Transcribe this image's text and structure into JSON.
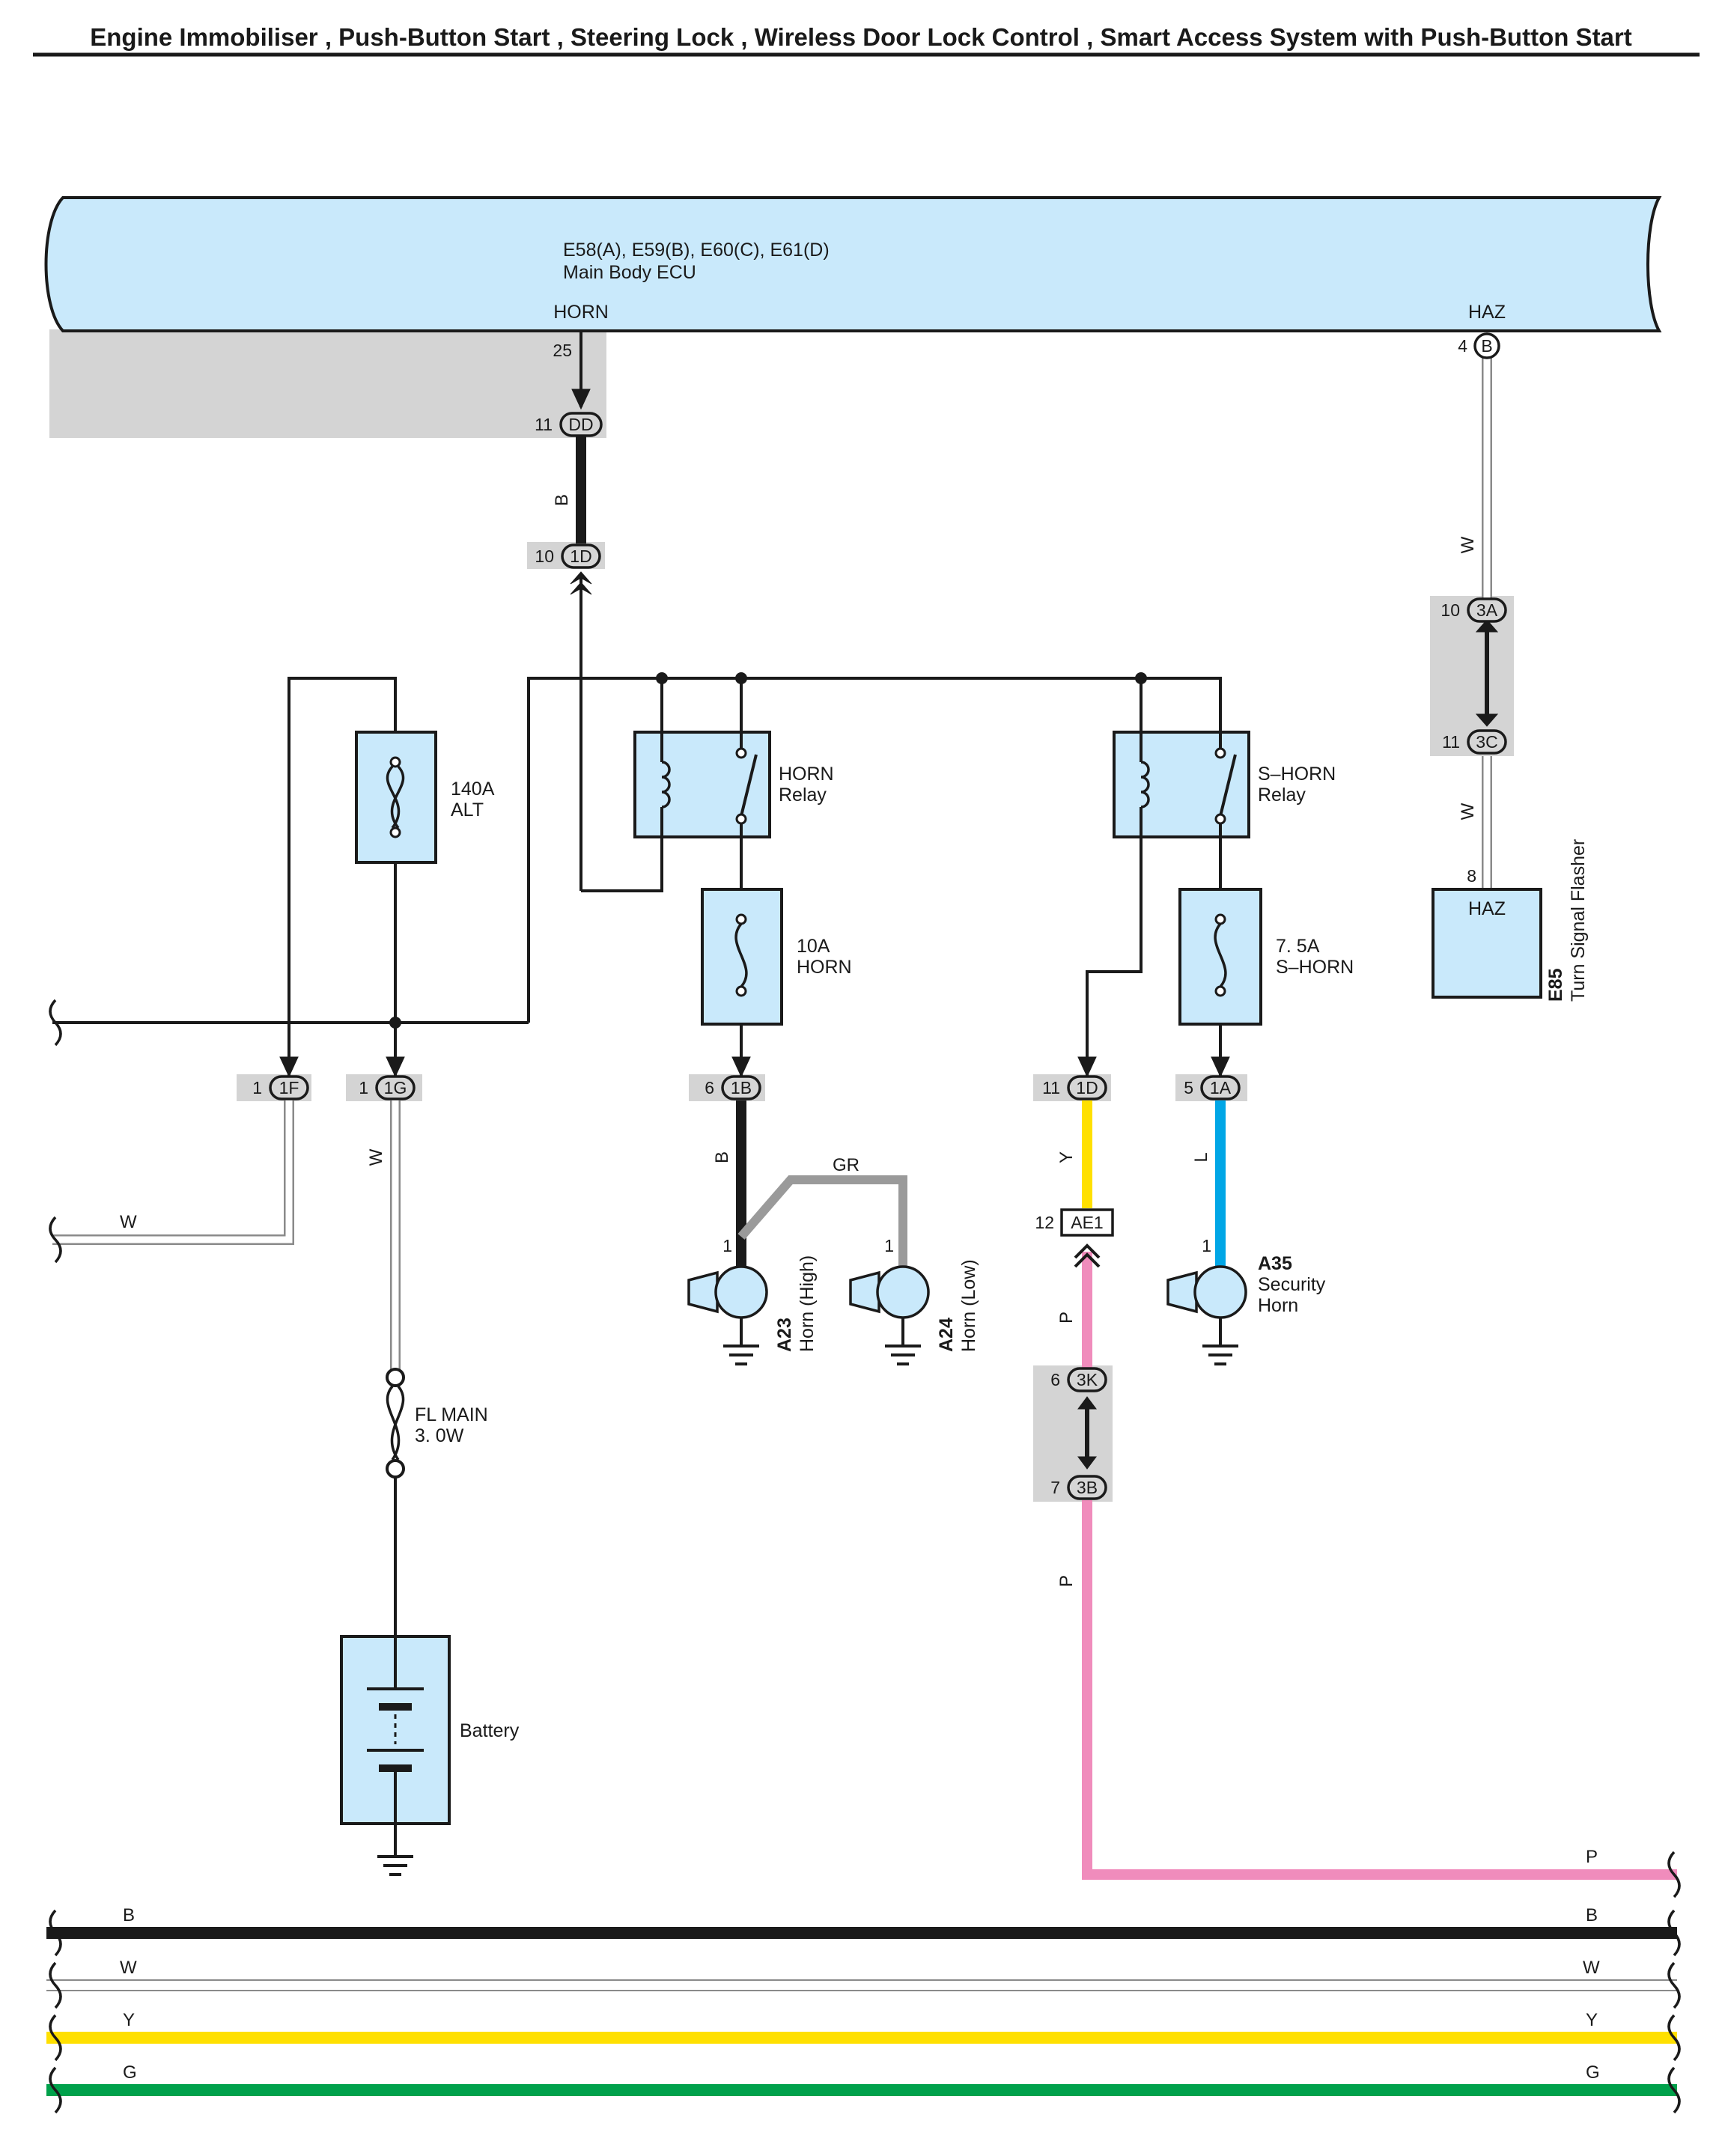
{
  "title": "Engine Immobiliser , Push-Button Start , Steering Lock , Wireless Door Lock Control , Smart Access System with Push-Button Start",
  "colors": {
    "ecu_fill": "#c9e9fb",
    "connector_shade": "#d4d4d4",
    "wire_black": "#1a1a1a",
    "wire_white_outline": "#8a8a8a",
    "wire_gray": "#9a9a9a",
    "wire_yellow": "#ffe000",
    "wire_pink": "#f08cbc",
    "wire_blue": "#00a6e6",
    "wire_green": "#00a14b"
  },
  "ecu": {
    "codes": "E58(A), E59(B), E60(C), E61(D)",
    "name": "Main Body ECU",
    "terminal_horn": "HORN",
    "terminal_haz": "HAZ",
    "horn_pin": "25",
    "haz_pin": "4",
    "haz_conn": "B"
  },
  "connectors": [
    {
      "id": "dd",
      "pin": "11",
      "code": "DD"
    },
    {
      "id": "1d-top",
      "pin": "10",
      "code": "1D"
    },
    {
      "id": "3a",
      "pin": "10",
      "code": "3A"
    },
    {
      "id": "3c",
      "pin": "11",
      "code": "3C"
    },
    {
      "id": "1f",
      "pin": "1",
      "code": "1F"
    },
    {
      "id": "1g",
      "pin": "1",
      "code": "1G"
    },
    {
      "id": "1b",
      "pin": "6",
      "code": "1B"
    },
    {
      "id": "1d-bot",
      "pin": "11",
      "code": "1D"
    },
    {
      "id": "1a",
      "pin": "5",
      "code": "1A"
    },
    {
      "id": "3k",
      "pin": "6",
      "code": "3K"
    },
    {
      "id": "3b",
      "pin": "7",
      "code": "3B"
    }
  ],
  "ae1": {
    "pin": "12",
    "code": "AE1"
  },
  "fuses": {
    "alt": [
      "140A",
      "ALT"
    ],
    "horn": [
      "10A",
      "HORN"
    ],
    "shorn": [
      "7. 5A",
      "S–HORN"
    ],
    "flmain": [
      "FL MAIN",
      "3. 0W"
    ]
  },
  "relays": {
    "horn": [
      "HORN",
      "Relay"
    ],
    "shorn": [
      "S–HORN",
      "Relay"
    ]
  },
  "flasher": {
    "pin": "8",
    "terminal": "HAZ",
    "code": "E85",
    "name": "Turn Signal Flasher"
  },
  "horns": [
    {
      "id": "a23",
      "pin": "1",
      "code": "A23",
      "name": "Horn (High)"
    },
    {
      "id": "a24",
      "pin": "1",
      "code": "A24",
      "name": "Horn (Low)"
    },
    {
      "id": "a35",
      "pin": "1",
      "code": "A35",
      "name": [
        "Security",
        "Horn"
      ]
    }
  ],
  "battery": "Battery",
  "wire_labels": {
    "b": "B",
    "w": "W",
    "gr": "GR",
    "y": "Y",
    "l": "L",
    "p": "P",
    "g": "G"
  }
}
